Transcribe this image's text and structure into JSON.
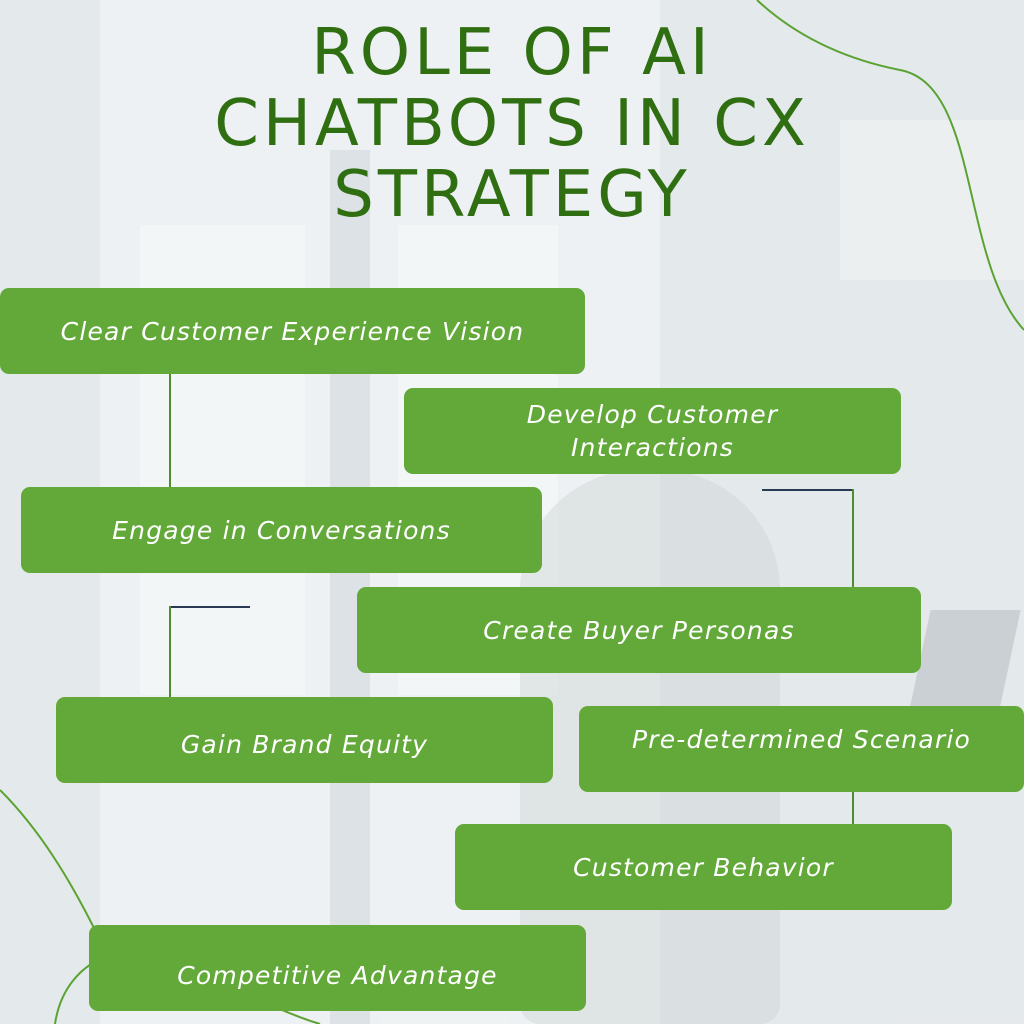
{
  "title": "ROLE OF AI CHATBOTS IN CX STRATEGY",
  "items": [
    "Clear Customer Experience Vision",
    "Develop Customer Interactions",
    "Engage in Conversations",
    "Create Buyer Personas",
    "Gain Brand Equity",
    "Pre-determined Scenario",
    "Customer Behavior",
    "Competitive Advantage"
  ],
  "colors": {
    "box": "#63a93a",
    "title": "#2f6f12",
    "connector_dark": "#2a3a55",
    "connector_green": "#4f8d2e"
  }
}
